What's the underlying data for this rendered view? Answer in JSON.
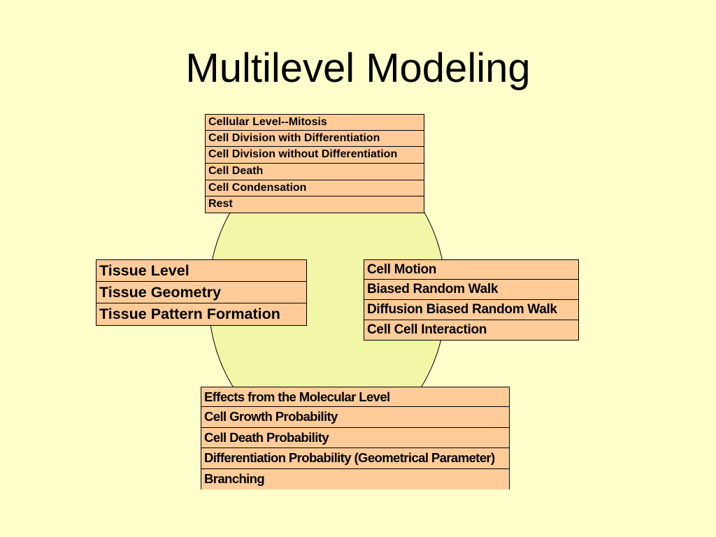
{
  "title": "Multilevel Modeling",
  "colors": {
    "background": "#ffffcc",
    "circle_fill": "#f2f7a8",
    "box_fill": "#ffcc99",
    "border": "#000000"
  },
  "cellular_box": {
    "rows": [
      "Cellular Level--Mitosis",
      "Cell Division with Differentiation",
      "Cell Division without Differentiation",
      "Cell Death",
      "Cell Condensation",
      "Rest"
    ]
  },
  "tissue_box": {
    "rows": [
      "Tissue Level",
      "Tissue Geometry",
      "Tissue Pattern Formation"
    ]
  },
  "motion_box": {
    "rows": [
      "Cell Motion",
      "Biased Random Walk",
      "Diffusion Biased Random Walk",
      "Cell Cell Interaction"
    ]
  },
  "molecular_box": {
    "rows": [
      "Effects from the Molecular Level",
      "Cell Growth Probability",
      "Cell Death Probability",
      "Differentiation Probability (Geometrical Parameter)",
      "Branching"
    ]
  }
}
